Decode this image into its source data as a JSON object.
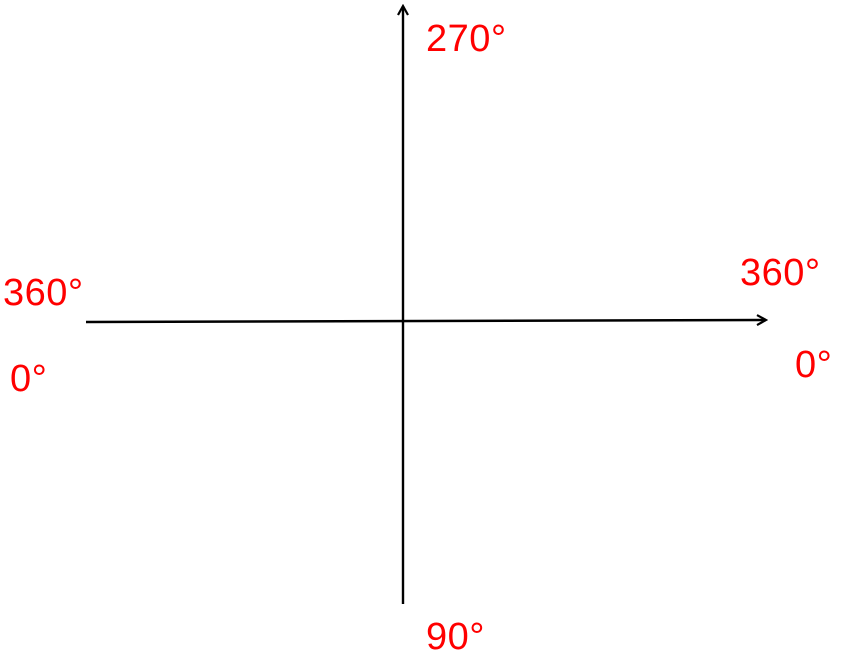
{
  "colors": {
    "axis": "#000000",
    "label": "#ff0000",
    "background": "#ffffff"
  },
  "labels": {
    "top": "270°",
    "bottom": "90°",
    "left_upper": "360°",
    "left_lower": "0°",
    "right_upper": "360°",
    "right_lower": "0°"
  }
}
